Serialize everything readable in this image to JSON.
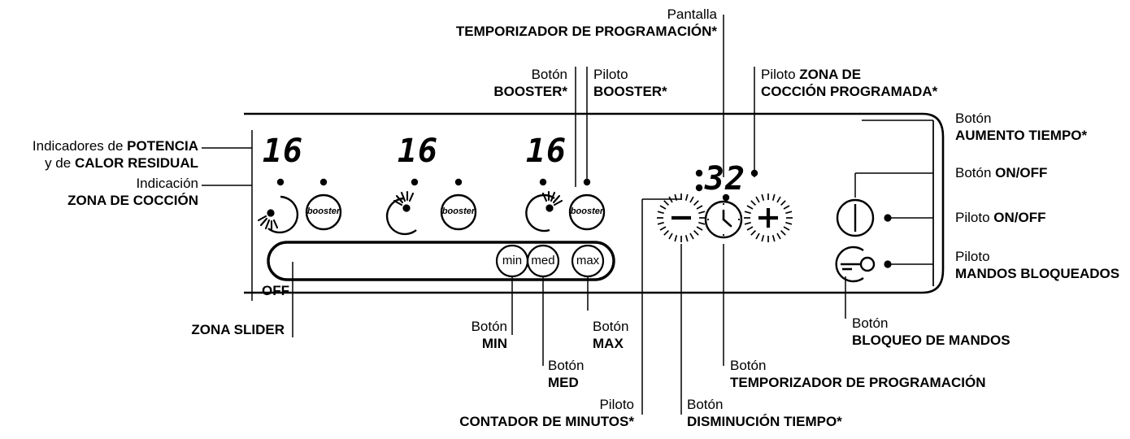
{
  "diagram": {
    "title": "Panel de mandos de placa de induccion",
    "language": "es",
    "stroke_color": "#000000",
    "background": "#ffffff"
  },
  "panel": {
    "cooking_zones": [
      {
        "power_display": "16",
        "zone_icon": "cooking-zone-knob-icon",
        "ray_position": "lower-left",
        "booster_label": "booster",
        "zone_pilot_dot": true,
        "booster_pilot_dot": true
      },
      {
        "power_display": "16",
        "zone_icon": "cooking-zone-knob-icon",
        "ray_position": "upper-left",
        "booster_label": "booster",
        "zone_pilot_dot": true,
        "booster_pilot_dot": true
      },
      {
        "power_display": "16",
        "zone_icon": "cooking-zone-knob-icon",
        "ray_position": "upper-right",
        "booster_label": "booster",
        "zone_pilot_dot": true,
        "booster_pilot_dot": true
      }
    ],
    "slider": {
      "off_label": "OFF",
      "buttons": [
        {
          "label": "min",
          "name": "slider-min-button"
        },
        {
          "label": "med",
          "name": "slider-med-button"
        },
        {
          "label": "max",
          "name": "slider-max-button"
        }
      ]
    },
    "timer": {
      "display_value": "32",
      "display_decimal": true,
      "colon_dots": 2,
      "right_pilot_dot": true,
      "minus_label": "−",
      "plus_label": "+",
      "clock_icon": "clock-icon"
    },
    "power": {
      "onoff_icon": "power-onoff-icon",
      "onoff_pilot_dot": true,
      "lock_icon": "key-lock-icon",
      "lock_pilot_dot": true
    }
  },
  "callouts": {
    "potencia": {
      "line1_normal": "Indicadores de ",
      "line1_bold": "POTENCIA",
      "line2_normal": "y de ",
      "line2_bold": "CALOR RESIDUAL"
    },
    "zona_coccion": {
      "line1_normal": "Indicación",
      "line2_bold": "ZONA DE COCCIÓN"
    },
    "temporizador_pantalla": {
      "line1_normal": "Pantalla",
      "line2_bold": "TEMPORIZADOR DE PROGRAMACIÓN*"
    },
    "boton_booster": {
      "line1_normal": "Botón",
      "line2_bold": "BOOSTER*"
    },
    "piloto_booster": {
      "line1_normal": "Piloto",
      "line2_bold": "BOOSTER*"
    },
    "piloto_zona_programada": {
      "line1_normal": "Piloto ",
      "line1_bold": "ZONA DE",
      "line2_bold": "COCCIÓN PROGRAMADA*"
    },
    "boton_aumento": {
      "line1_normal": "Botón",
      "line2_bold": "AUMENTO TIEMPO*"
    },
    "boton_onoff": {
      "line1_normal": "Botón ",
      "line1_bold": "ON/OFF"
    },
    "piloto_onoff": {
      "line1_normal": "Piloto ",
      "line1_bold": "ON/OFF"
    },
    "piloto_mandos_bloqueados": {
      "line1_normal": "Piloto",
      "line2_bold": "MANDOS BLOQUEADOS"
    },
    "zona_slider": {
      "line1_bold": "ZONA SLIDER"
    },
    "boton_min": {
      "line1_normal": "Botón",
      "line2_bold": "MIN"
    },
    "boton_med": {
      "line1_normal": "Botón",
      "line2_bold": "MED"
    },
    "boton_max": {
      "line1_normal": "Botón",
      "line2_bold": "MAX"
    },
    "boton_bloqueo": {
      "line1_normal": "Botón",
      "line2_bold": "BLOQUEO DE MANDOS"
    },
    "boton_temporizador": {
      "line1_normal": "Botón",
      "line2_bold": "TEMPORIZADOR DE PROGRAMACIÓN"
    },
    "piloto_contador": {
      "line1_normal": "Piloto",
      "line2_bold": "CONTADOR DE MINUTOS*"
    },
    "boton_disminucion": {
      "line1_normal": "Botón",
      "line2_bold": "DISMINUCIÓN TIEMPO*"
    }
  }
}
